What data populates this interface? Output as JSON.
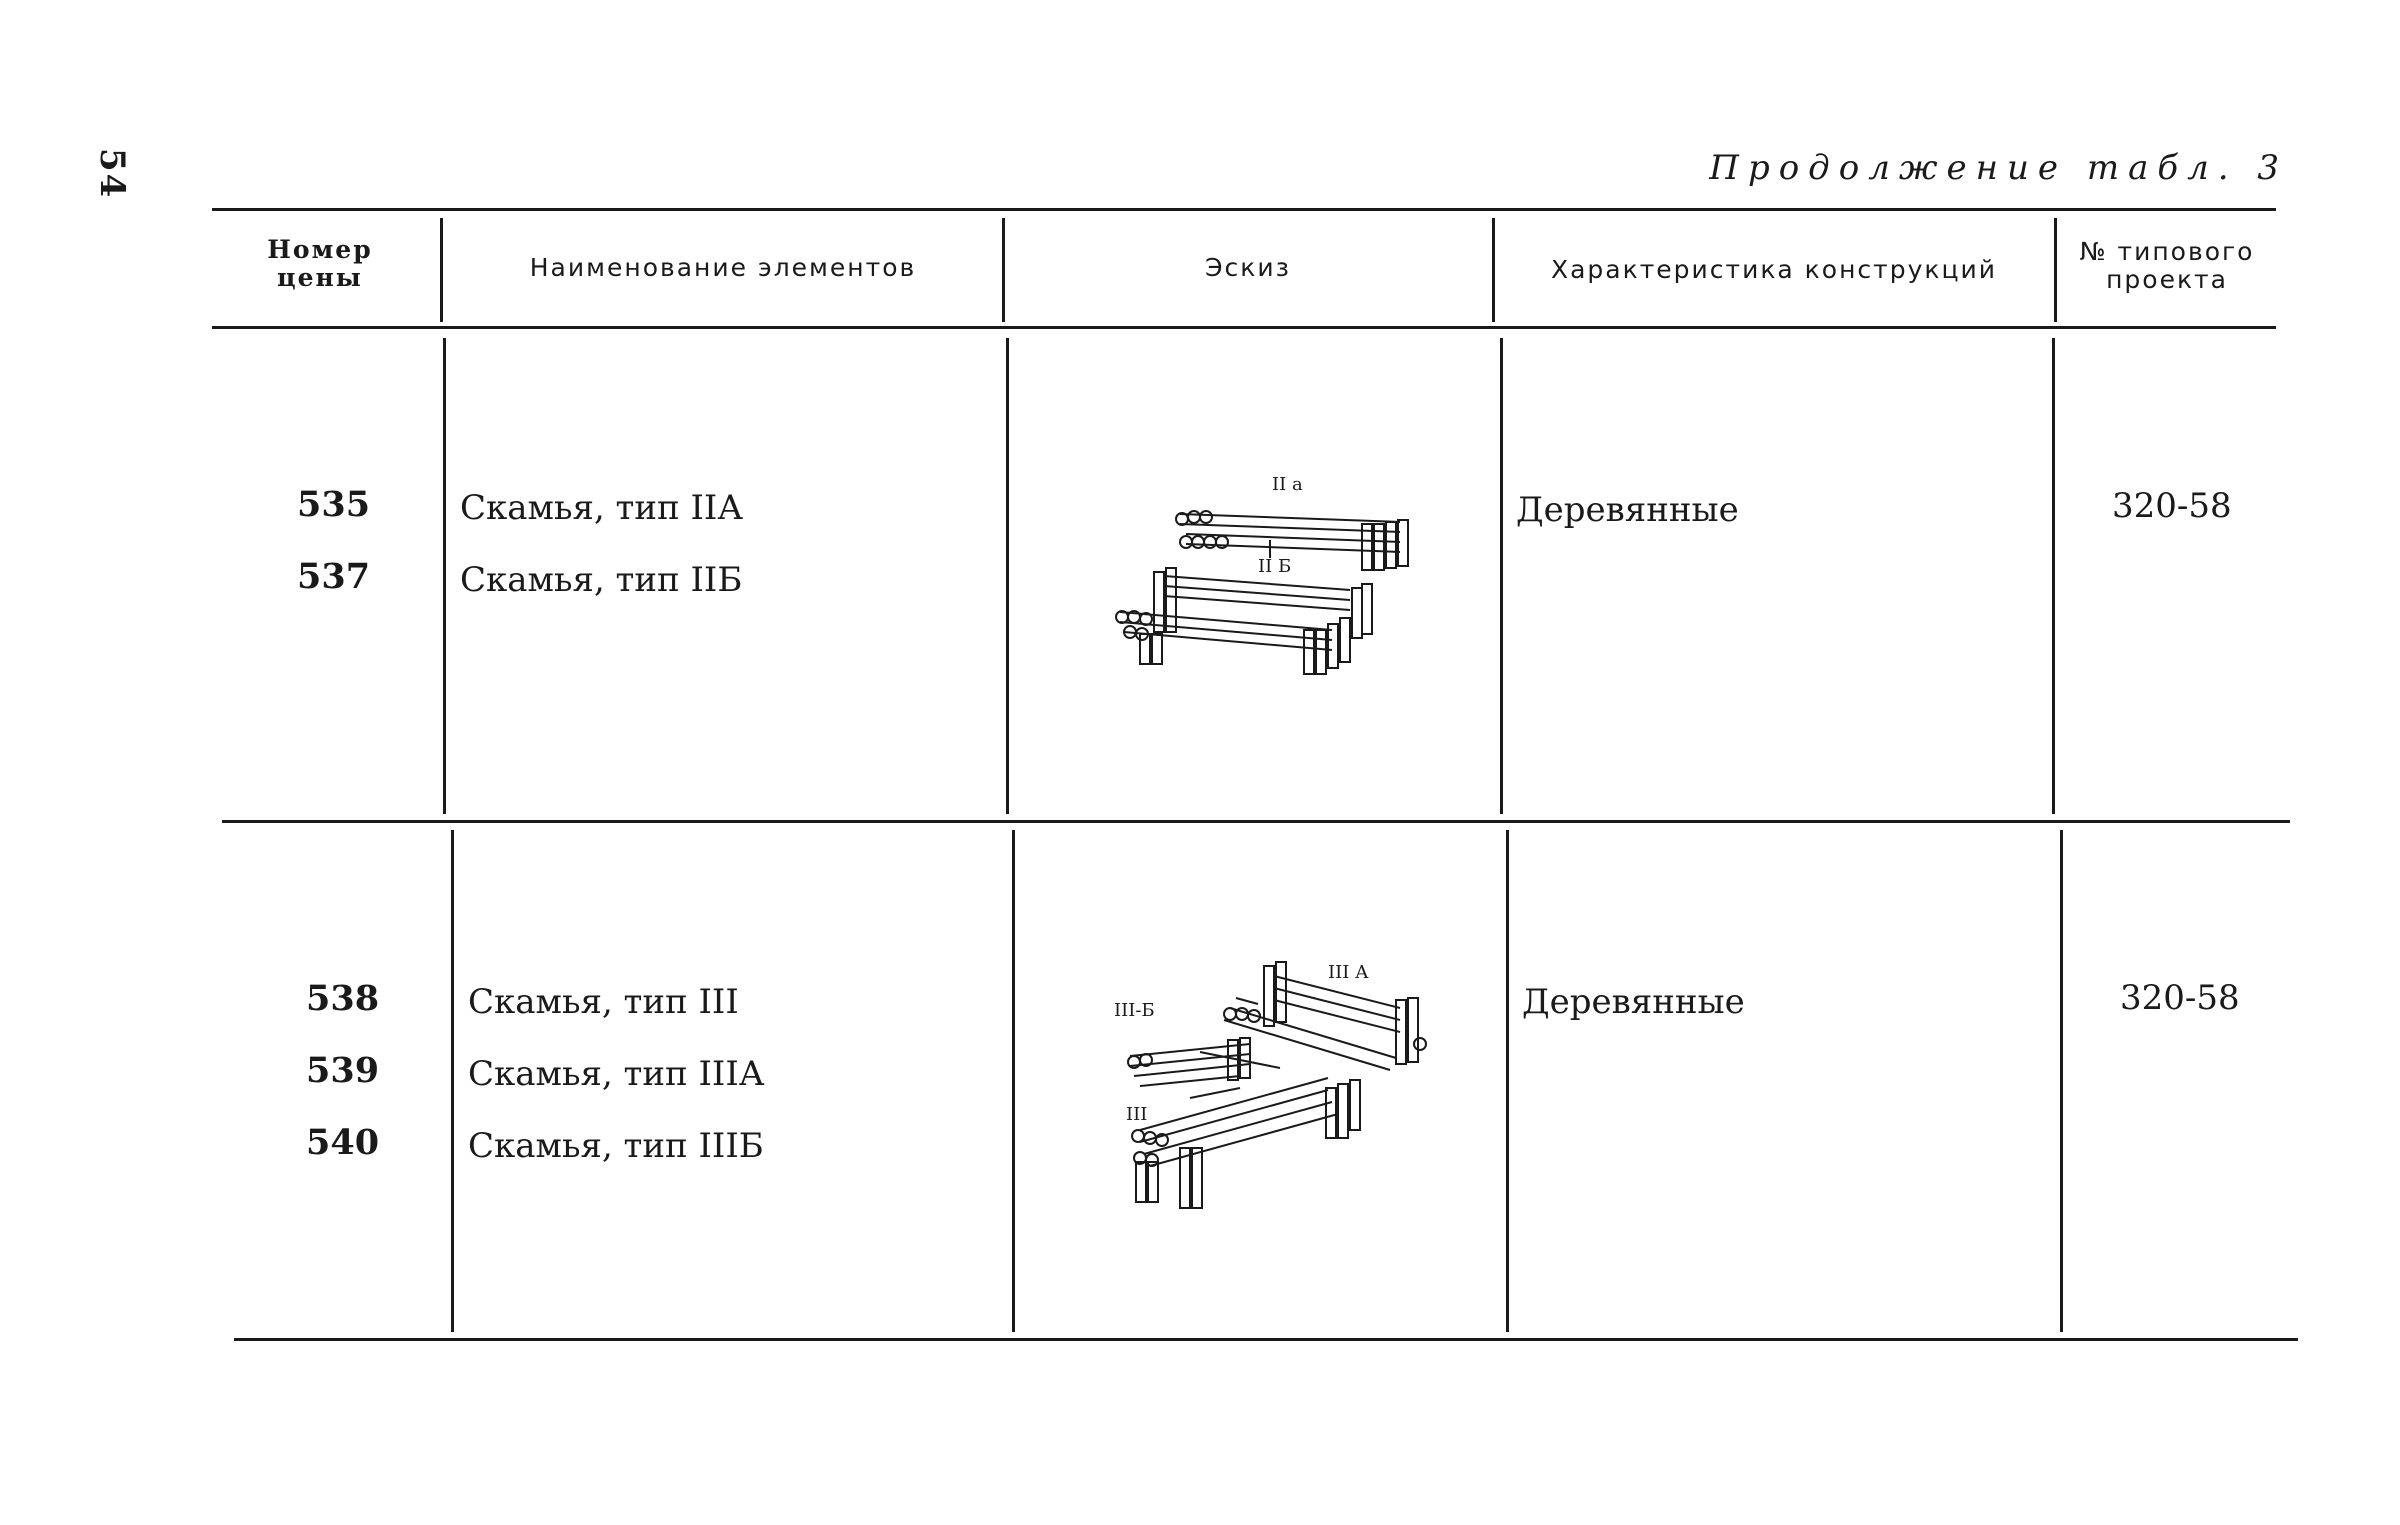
{
  "page_number": "54",
  "caption": "Продолжение табл. 3",
  "table": {
    "headers": {
      "price_number": "Номер цены",
      "element_name": "Наименование элементов",
      "sketch": "Эскиз",
      "characteristics": "Характеристика конструкций",
      "project_number": "№ типового проекта"
    },
    "rows": [
      {
        "numbers": [
          "535",
          "537"
        ],
        "names": [
          "Скамья, тип IIА",
          "Скамья, тип IIБ"
        ],
        "sketch_labels": [
          "II а",
          "II Б"
        ],
        "characteristics": "Деревянные",
        "project": "320-58"
      },
      {
        "numbers": [
          "538",
          "539",
          "540"
        ],
        "names": [
          "Скамья, тип III",
          "Скамья, тип IIIА",
          "Скамья, тип IIIБ"
        ],
        "sketch_labels": [
          "III А",
          "III-Б",
          "III"
        ],
        "characteristics": "Деревянные",
        "project": "320-58"
      }
    ]
  }
}
